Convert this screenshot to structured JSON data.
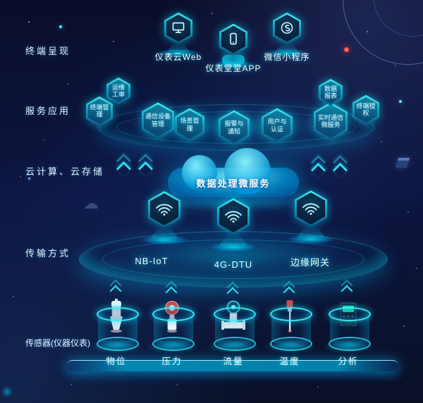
{
  "colors": {
    "accent": "#00e5ff",
    "background": "#0b1134",
    "badge_top": "#49ecf0",
    "badge_bottom": "#0a5583",
    "red_dot": "#ff5b5b",
    "text": "#ffffff"
  },
  "side_labels": {
    "terminal": "终端呈现",
    "services": "服务应用",
    "cloud": "云计算、云存储",
    "transport": "传输方式",
    "sensors": "传感器(仪器仪表)"
  },
  "terminal": {
    "items": [
      {
        "label": "仪表云Web",
        "icon": "monitor-icon"
      },
      {
        "label": "仪表堂堂APP",
        "icon": "smartphone-icon"
      },
      {
        "label": "微信小程序",
        "icon": "wechat-miniprogram-icon"
      }
    ]
  },
  "services": {
    "badges": [
      {
        "label": "运维工单"
      },
      {
        "label": "终端管理"
      },
      {
        "label": "通信设备管理"
      },
      {
        "label": "场景管理"
      },
      {
        "label": "报警与通知"
      },
      {
        "label": "用户与认证"
      },
      {
        "label": "实时通信微服务"
      },
      {
        "label": "数据报表"
      },
      {
        "label": "终端授权"
      }
    ]
  },
  "cloud": {
    "label": "数据处理微服务"
  },
  "transport": {
    "items": [
      {
        "label": "NB-IoT",
        "icon": "wifi-icon"
      },
      {
        "label": "4G-DTU",
        "icon": "wifi-icon"
      },
      {
        "label": "边缘网关",
        "icon": "wifi-icon"
      }
    ]
  },
  "sensors": {
    "items": [
      {
        "label": "物位",
        "icon": "level-sensor-icon"
      },
      {
        "label": "压力",
        "icon": "pressure-transmitter-icon"
      },
      {
        "label": "流量",
        "icon": "flow-meter-icon"
      },
      {
        "label": "温度",
        "icon": "temperature-probe-icon"
      },
      {
        "label": "分析",
        "icon": "analyzer-icon"
      }
    ]
  },
  "icons": {
    "arrow_up": "arrow-up-icon",
    "chevron_up": "chevron-up-icon",
    "wifi": "wifi-icon",
    "cloud": "cloud-icon"
  }
}
